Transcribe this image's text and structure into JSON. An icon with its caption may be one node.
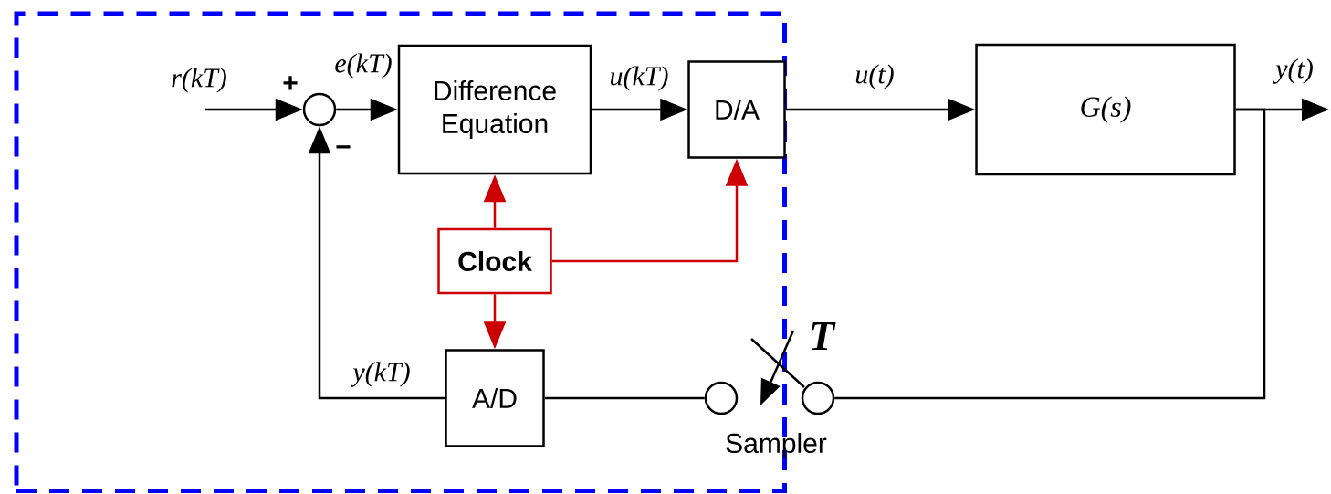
{
  "diagram": {
    "nodes": [
      {
        "text": [],
        "shape": "box"
      },
      {
        "text": [],
        "shape": "circle",
        "in": 0
      },
      {
        "text": [
          "Difference Equation"
        ],
        "in": 0
      },
      {
        "text": [
          "D/A"
        ],
        "in": 0
      },
      {
        "text": [
          "G(s)"
        ]
      },
      {
        "text": [
          "Clock"
        ],
        "in": 0
      },
      {
        "text": [
          "A/D"
        ],
        "in": 0
      },
      {
        "text": [],
        "shape": "circle",
        "in": 0
      },
      {
        "text": [],
        "shape": "circle"
      }
    ],
    "edges": [
      {
        "from": null,
        "to": 1,
        "arrow": "to",
        "label": "r(kT)"
      },
      {
        "from": 1,
        "to": 2,
        "arrow": "to",
        "label": "e(kT)"
      },
      {
        "from": 2,
        "to": 3,
        "arrow": "to",
        "label": "u(kT)"
      },
      {
        "from": 3,
        "to": 4,
        "arrow": "to",
        "label": "u(t)"
      },
      {
        "from": 4,
        "to": null,
        "arrow": "to",
        "label": "y(t)"
      },
      {
        "from": 4,
        "to": 8,
        "arrow": "none"
      },
      {
        "from": 7,
        "to": 6,
        "arrow": "none"
      },
      {
        "from": 6,
        "to": 1,
        "arrow": "to",
        "label": "y(kT)"
      },
      {
        "from": 5,
        "to": 2,
        "arrow": "to",
        "color": "#cc0000"
      },
      {
        "from": 5,
        "to": 3,
        "arrow": "to",
        "color": "#cc0000"
      },
      {
        "from": 5,
        "to": 6,
        "arrow": "to",
        "color": "#cc0000"
      }
    ],
    "labels": [
      "+",
      "−",
      "T",
      "Sampler"
    ]
  }
}
